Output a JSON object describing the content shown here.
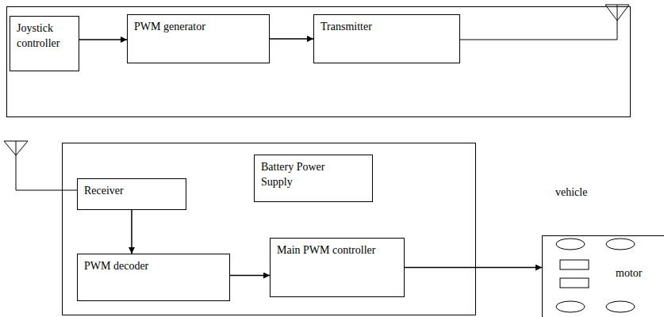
{
  "diagram": {
    "nodes": [
      {
        "text": []
      },
      {
        "text": [
          "Joystick controller"
        ],
        "in": 0
      },
      {
        "text": [
          "PWM generator"
        ],
        "in": 0
      },
      {
        "text": [
          "Transmitter"
        ],
        "in": 0
      },
      {
        "text": []
      },
      {
        "text": [
          "Receiver"
        ],
        "in": 4
      },
      {
        "text": [
          "Battery Power Supply"
        ],
        "in": 4
      },
      {
        "text": [
          "PWM decoder"
        ],
        "in": 4
      },
      {
        "text": [
          "Main PWM controller"
        ],
        "in": 4
      },
      {
        "text": [
          "vehicle",
          "motor"
        ]
      }
    ],
    "edges": [
      {
        "from": 1,
        "to": 2,
        "arrow": "to"
      },
      {
        "from": 2,
        "to": 3,
        "arrow": "to"
      },
      {
        "from": 5,
        "to": 7,
        "arrow": "to"
      },
      {
        "from": 7,
        "to": 8,
        "arrow": "to"
      },
      {
        "from": 8,
        "to": 9,
        "arrow": "to"
      }
    ]
  }
}
